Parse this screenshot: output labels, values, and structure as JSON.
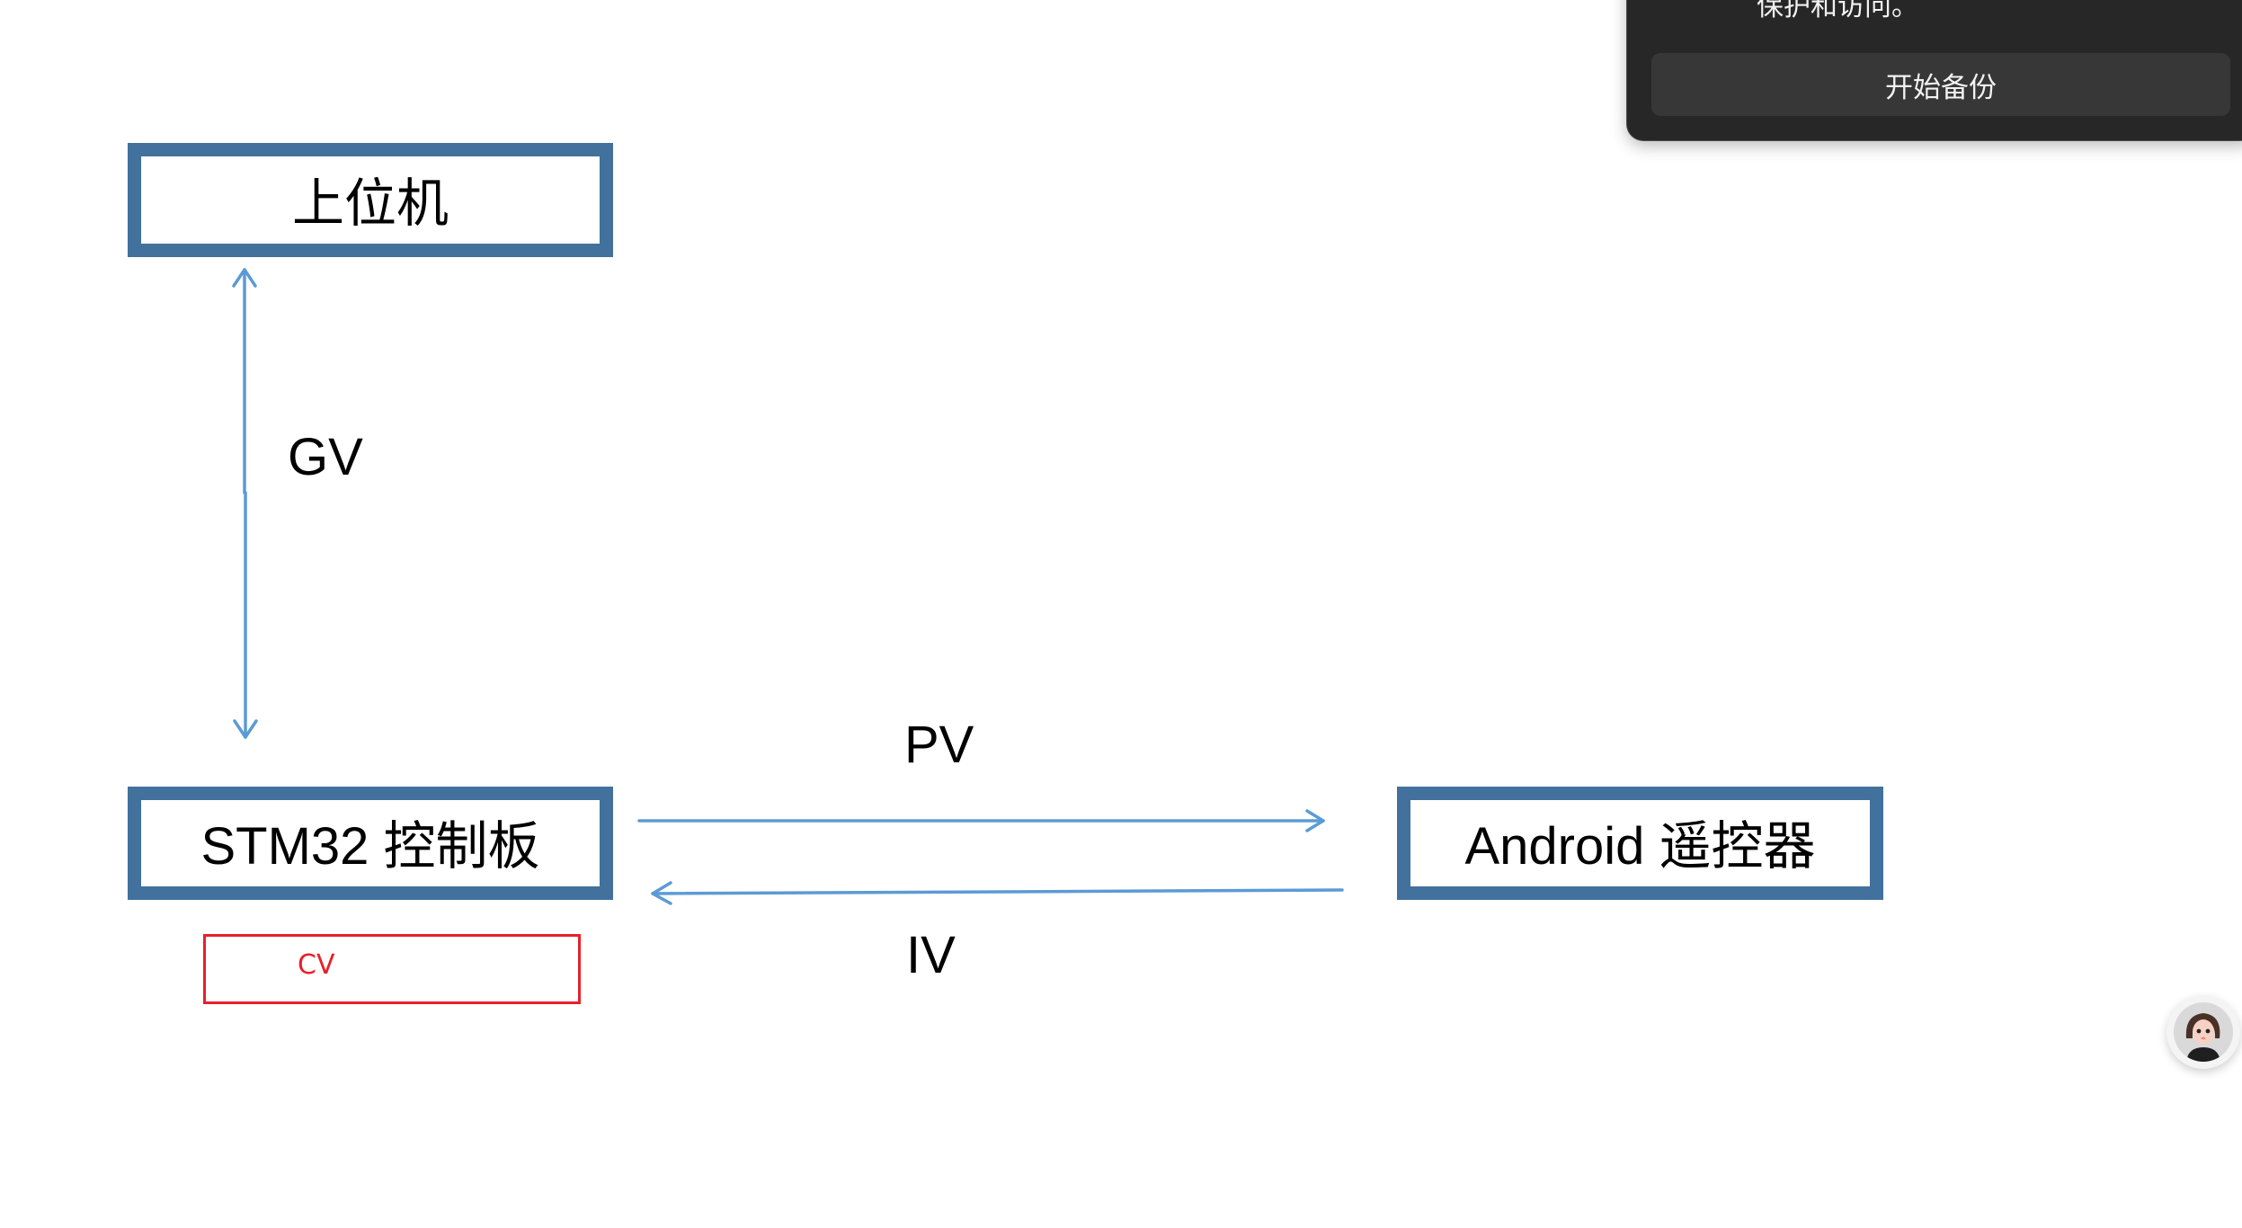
{
  "diagram": {
    "nodes": {
      "host": "上位机",
      "stm32": "STM32 控制板",
      "android": "Android 遥控器"
    },
    "annotation_box": {
      "label": "CV",
      "color": "#E8202A"
    },
    "edges": [
      {
        "id": "gv",
        "label": "GV",
        "from": "host",
        "to": "stm32",
        "direction": "bidirectional"
      },
      {
        "id": "pv",
        "label": "PV",
        "from": "stm32",
        "to": "android",
        "direction": "forward"
      },
      {
        "id": "iv",
        "label": "IV",
        "from": "android",
        "to": "stm32",
        "direction": "forward"
      }
    ],
    "colors": {
      "node_border": "#41719C",
      "arrow": "#5B9BD5"
    }
  },
  "backup_popup": {
    "message_tail": "保护和访问。",
    "button_label": "开始备份"
  },
  "assistant": {
    "avatar_icon": "assistant-avatar-icon"
  }
}
